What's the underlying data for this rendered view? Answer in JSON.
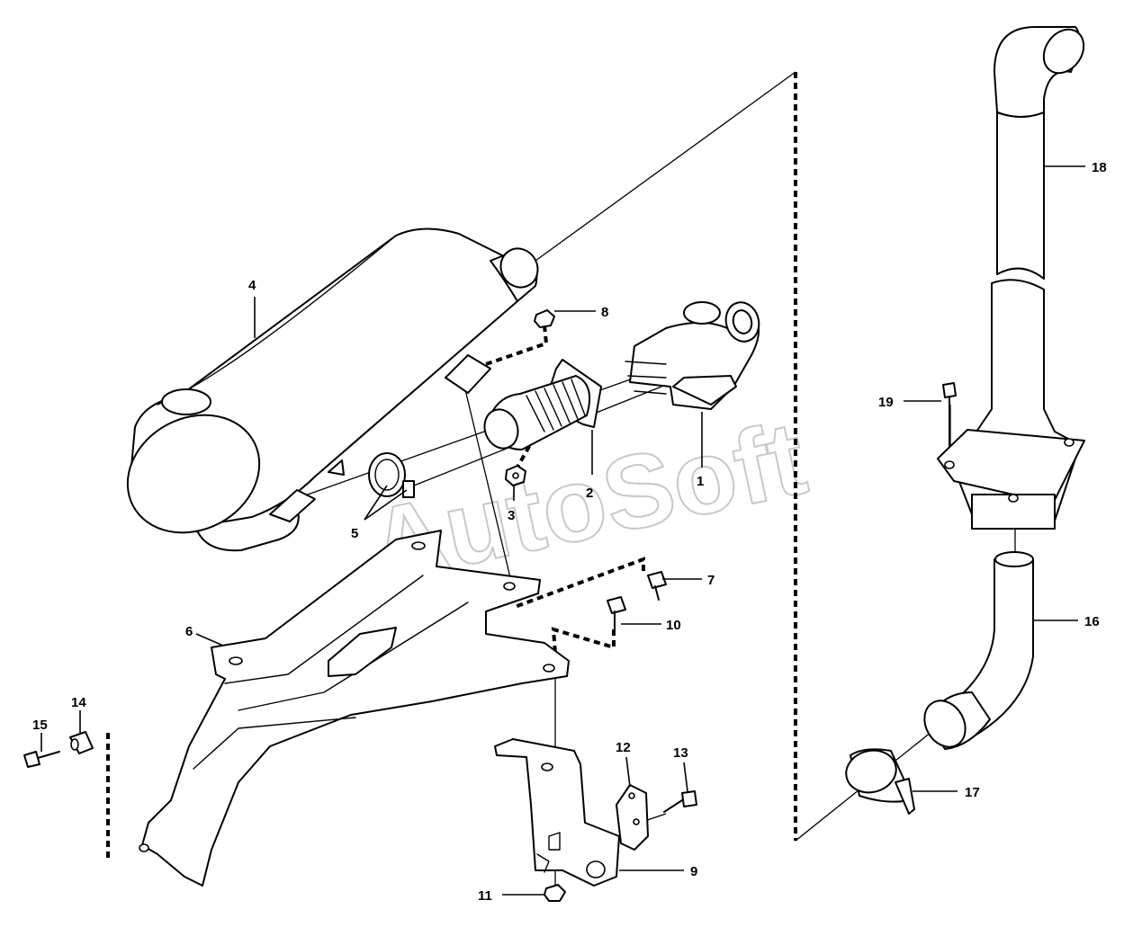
{
  "watermark": "AutoSoft",
  "callouts": {
    "c1": "1",
    "c2": "2",
    "c3": "3",
    "c4": "4",
    "c5": "5",
    "c6": "6",
    "c7": "7",
    "c8": "8",
    "c9": "9",
    "c10": "10",
    "c11": "11",
    "c12": "12",
    "c13": "13",
    "c14": "14",
    "c15": "15",
    "c16": "16",
    "c17": "17",
    "c18": "18",
    "c19": "19"
  }
}
